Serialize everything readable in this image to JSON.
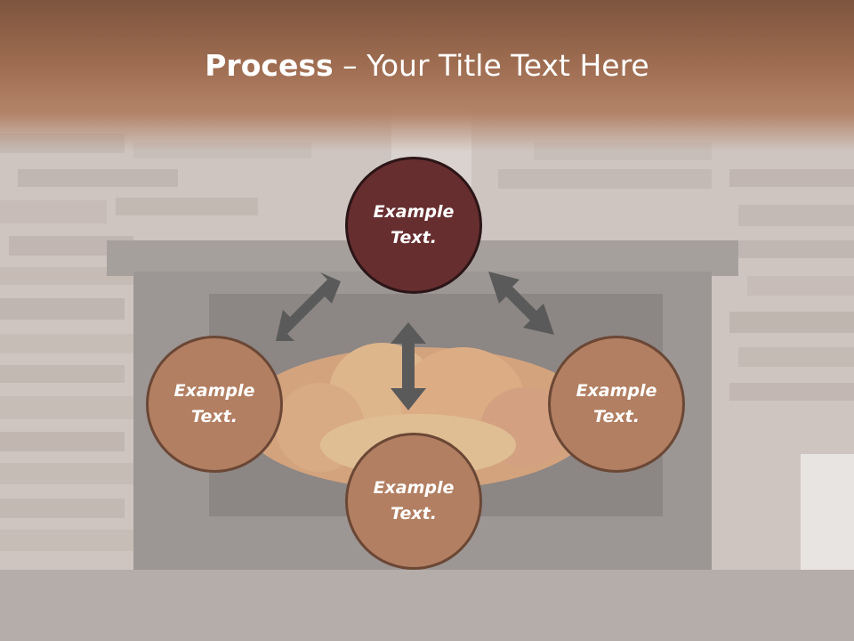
{
  "slide": {
    "title_bold": "Process",
    "title_rest": " – Your Title Text Here",
    "colors": {
      "header": "#a06e52",
      "center_node": "#672e30",
      "leaf_node": "#b27f62",
      "arrow": "#5a5a5a"
    }
  },
  "diagram": {
    "center": {
      "text": "Example\nText."
    },
    "left": {
      "text": "Example\nText."
    },
    "bottom": {
      "text": "Example\nText."
    },
    "right": {
      "text": "Example\nText."
    }
  }
}
